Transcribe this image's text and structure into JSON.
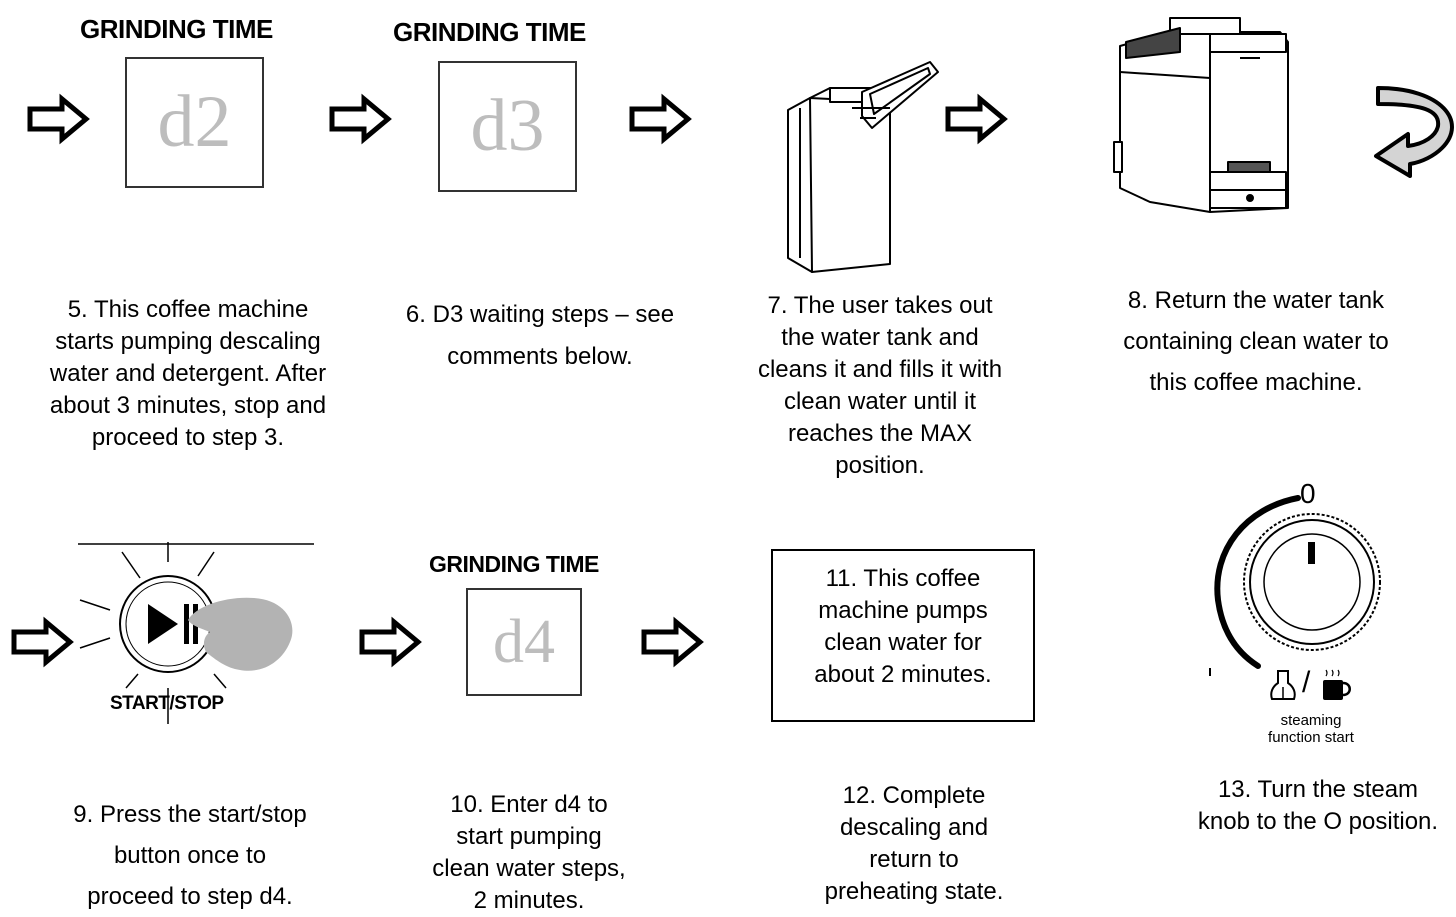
{
  "row1": {
    "heading_d2": "GRINDING TIME",
    "display_d2": "d2",
    "heading_d3": "GRINDING TIME",
    "display_d3": "d3",
    "step5": [
      "5. This coffee machine",
      "starts pumping descaling",
      "water and detergent. After",
      "about 3 minutes, stop and",
      "proceed to step 3."
    ],
    "step6": [
      "6. D3 waiting steps – see",
      "comments below."
    ],
    "step7": [
      "7. The user takes out",
      "the water tank and",
      "cleans it and fills it with",
      "clean water until it",
      "reaches the MAX",
      "position."
    ],
    "step8": [
      "8. Return the water tank",
      "containing clean water to",
      "this coffee machine."
    ]
  },
  "row2": {
    "start_stop_label": "START/STOP",
    "heading_d4": "GRINDING TIME",
    "display_d4": "d4",
    "step11_box": [
      "11. This coffee",
      "machine pumps",
      "clean water for",
      "about 2 minutes."
    ],
    "knob_zero": "0",
    "knob_label": [
      "steaming",
      "function start"
    ],
    "step9": [
      "9. Press the start/stop",
      "button once to",
      "proceed to step d4."
    ],
    "step10": [
      "10. Enter d4 to",
      "start pumping",
      "clean water steps,",
      "2 minutes."
    ],
    "step12": [
      "12. Complete",
      "descaling and",
      "return to",
      "preheating state."
    ],
    "step13": [
      "13. Turn the steam",
      "knob to the O position."
    ]
  }
}
